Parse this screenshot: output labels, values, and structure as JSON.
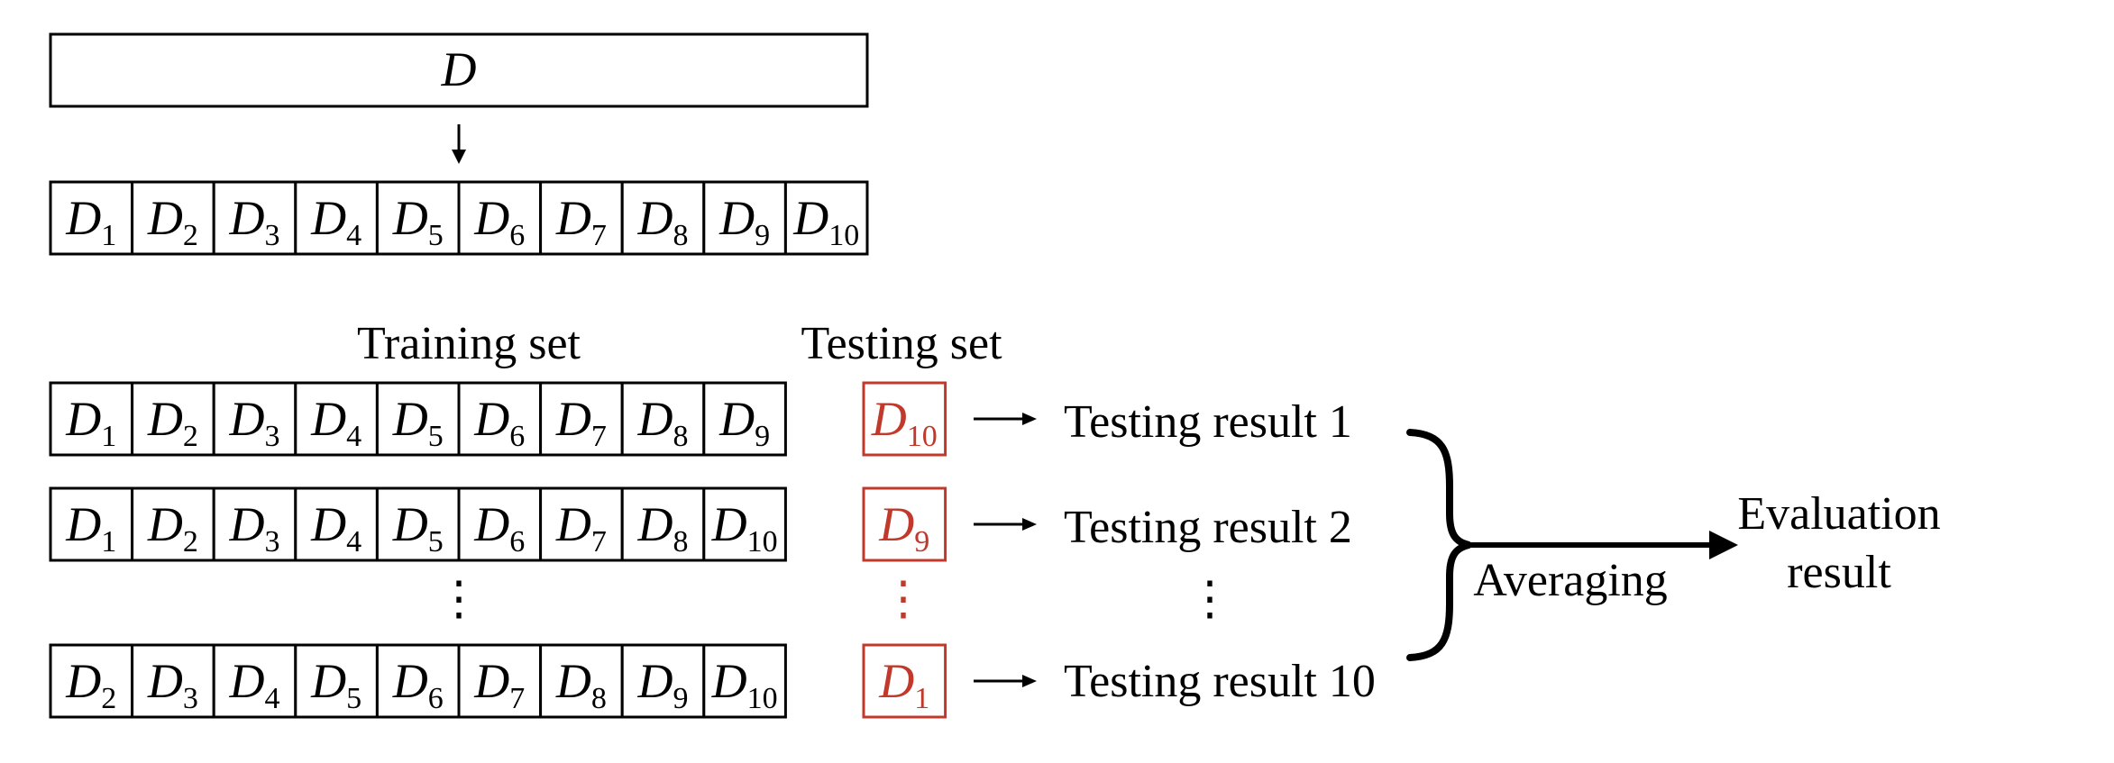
{
  "full_dataset": {
    "symbol": "D"
  },
  "fold_symbol": "D",
  "folds": [
    "1",
    "2",
    "3",
    "4",
    "5",
    "6",
    "7",
    "8",
    "9",
    "10"
  ],
  "section_labels": {
    "training": "Training set",
    "testing": "Testing set"
  },
  "rows": [
    {
      "train": [
        "1",
        "2",
        "3",
        "4",
        "5",
        "6",
        "7",
        "8",
        "9"
      ],
      "test": "10",
      "result": "Testing result 1"
    },
    {
      "train": [
        "1",
        "2",
        "3",
        "4",
        "5",
        "6",
        "7",
        "8",
        "10"
      ],
      "test": "9",
      "result": "Testing result 2"
    },
    {
      "train": [
        "2",
        "3",
        "4",
        "5",
        "6",
        "7",
        "8",
        "9",
        "10"
      ],
      "test": "1",
      "result": "Testing result 10"
    }
  ],
  "ellipsis": "⋮",
  "aggregation_label": "Averaging",
  "final_result": [
    "Evaluation",
    "result"
  ],
  "colors": {
    "test_highlight": "#c0392b",
    "stroke": "#000000"
  }
}
